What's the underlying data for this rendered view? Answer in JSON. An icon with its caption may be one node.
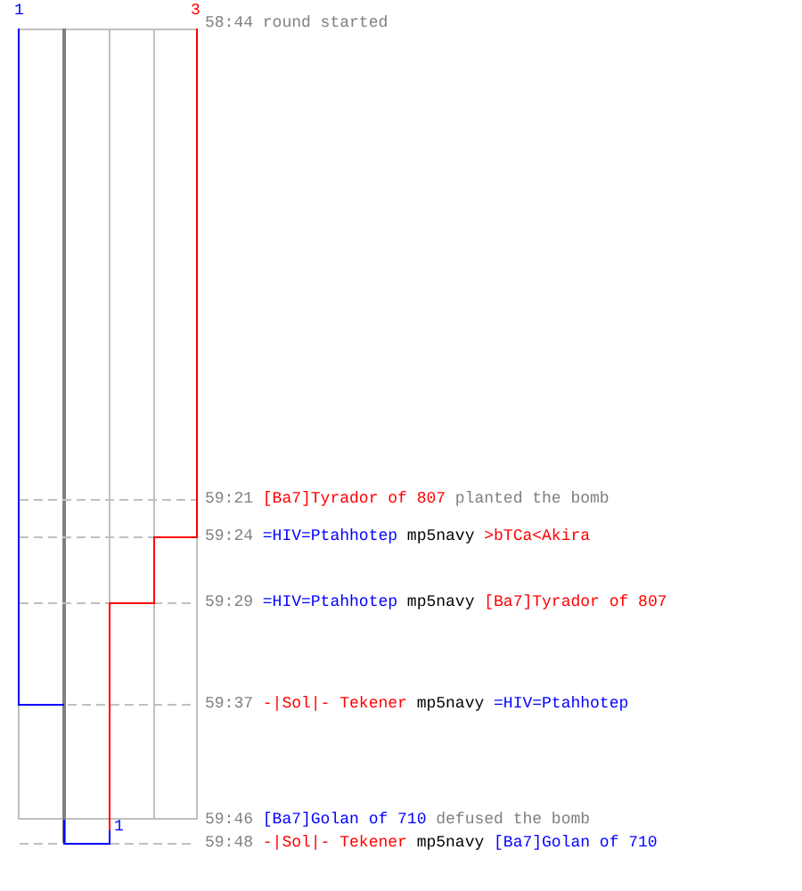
{
  "diagram": {
    "labels": [
      "1",
      "3",
      "58:44",
      "round started",
      "59:21",
      "[Ba7]Tyrador of 807",
      "planted the bomb",
      "59:24",
      "=HIV=Ptahhotep",
      "mp5navy",
      ">bTCa<Akira",
      "59:29",
      "=HIV=Ptahhotep",
      "mp5navy",
      "[Ba7]Tyrador of 807",
      "59:37",
      "-|Sol|- Tekener",
      "mp5navy",
      "=HIV=Ptahhotep",
      "59:46",
      "[Ba7]Golan of 710",
      "defused the bomb",
      "1",
      "59:48",
      "-|Sol|- Tekener",
      "mp5navy",
      "[Ba7]Golan of 710"
    ]
  }
}
